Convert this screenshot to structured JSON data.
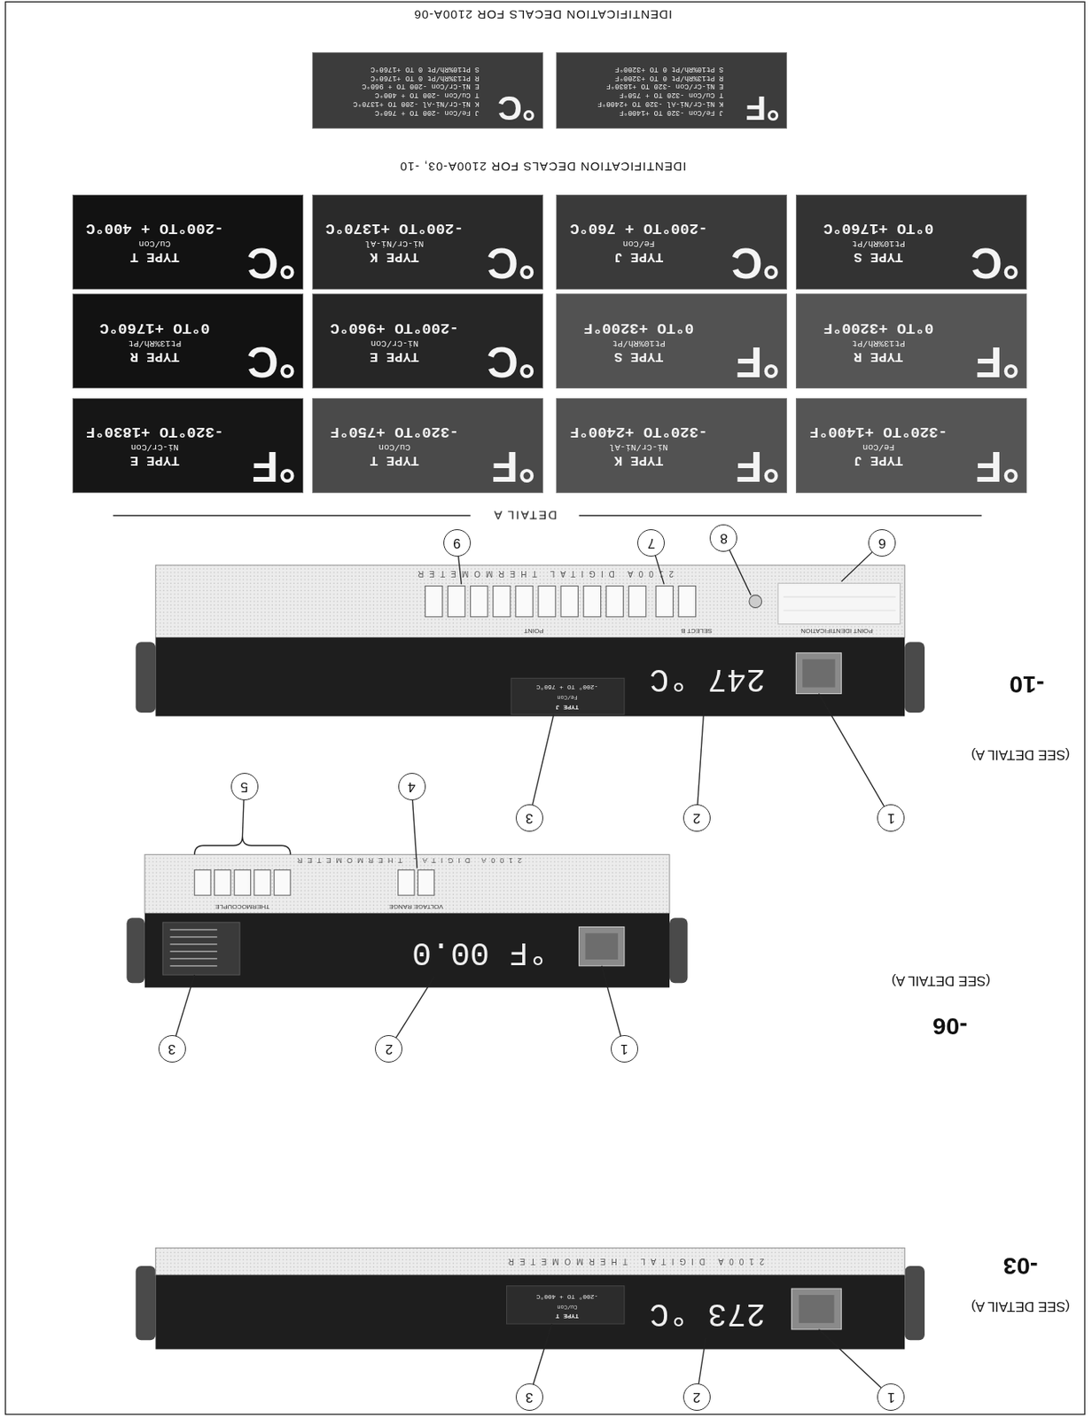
{
  "diagram": {
    "nodes": [
      {
        "text": [
          "1"
        ]
      },
      {
        "text": [
          "2"
        ]
      },
      {
        "text": [
          "3"
        ]
      },
      {
        "text": [
          "1"
        ]
      },
      {
        "text": [
          "2"
        ]
      },
      {
        "text": [
          "3"
        ]
      },
      {
        "text": [
          "4"
        ]
      },
      {
        "text": [
          "5"
        ]
      },
      {
        "text": [
          "1"
        ]
      },
      {
        "text": [
          "2"
        ]
      },
      {
        "text": [
          "3"
        ]
      },
      {
        "text": [
          "6"
        ]
      },
      {
        "text": [
          "8"
        ]
      },
      {
        "text": [
          "7"
        ]
      },
      {
        "text": [
          "9"
        ]
      },
      {
        "text": [
          "°F",
          "TYPE J",
          "Fe/Con",
          "-320°TO +1400°F"
        ]
      },
      {
        "text": [
          "°F",
          "TYPE K",
          "Ni-Cr/Ni-Al",
          "-320°TO +2400°F"
        ]
      },
      {
        "text": [
          "°F",
          "TYPE T",
          "Cu/Con",
          "-320°TO +750°F"
        ]
      },
      {
        "text": [
          "°F",
          "TYPE E",
          "Ni-Cr/Con",
          "-320°TO +1830°F"
        ]
      },
      {
        "text": [
          "°F",
          "TYPE R",
          "Pt13%Rh/Pt",
          "0°TO +3200°F"
        ]
      },
      {
        "text": [
          "°F",
          "TYPE S",
          "Pt10%Rh/Pt",
          "0°TO +3200°F"
        ]
      },
      {
        "text": [
          "°C",
          "TYPE E",
          "Ni-Cr/Con",
          "-200°TO +960°C"
        ]
      },
      {
        "text": [
          "°C",
          "TYPE R",
          "Pt13%Rh/Pt",
          "0°TO +1760°C"
        ]
      },
      {
        "text": [
          "°C",
          "TYPE S",
          "Pt10%Rh/Pt",
          "0°TO +1760°C"
        ]
      },
      {
        "text": [
          "°C",
          "TYPE J",
          "Fe/Con",
          "-200°TO + 760°C"
        ]
      },
      {
        "text": [
          "°C",
          "TYPE K",
          "Ni-Cr/Ni-Al",
          "-200°TO +1370°C"
        ]
      },
      {
        "text": [
          "°C",
          "TYPE T",
          "Cu/Con",
          "-200°TO + 400°C"
        ]
      },
      {
        "text": [
          "°F",
          "J Fe/Con -320 TO +1400°F",
          "K Ni-Cr/Ni-Al -320 TO +2400°F",
          "T Cu/Con -320 TO + 750°F",
          "E Ni-Cr/Con -320 TO +1830°F",
          "R Pt13%Rh/Pt 0 TO +3200°F",
          "S Pt10%Rh/Pt 0 TO +3200°F"
        ]
      },
      {
        "text": [
          "°C",
          "J Fe/Con -200 TO + 760°C",
          "K Ni-Cr/Ni-Al -200 TO +1370°C",
          "T Cu/Con -200 TO + 400°C",
          "E Ni-Cr/Con -200 TO + 960°C",
          "R Pt13%Rh/Pt 0 TO +1760°C",
          "S Pt10%Rh/Pt 0 TO +1760°C"
        ]
      }
    ],
    "labels": [
      "-03",
      "(SEE DETAIL A)",
      "2100A DIGITAL THERMOMETER",
      "TYPE T",
      "Cu/Con",
      "-200° TO + 400°C",
      "273 °C",
      "-06",
      "(SEE DETAIL A)",
      "2100A DIGITAL THERMOMETER",
      "VOLTAGE RANGE",
      "THERMOCOUPLE",
      "°F",
      "00.0",
      "-10",
      "(SEE DETAIL A)",
      "2100A DIGITAL THERMOMETER",
      "POINT IDENTIFICATION",
      "SELECT B",
      "POINT",
      "TYPE J",
      "Fe/Con",
      "-200° TO + 760°C",
      "247 °C",
      "DETAIL A",
      "IDENTIFICATION DECALS FOR 2100A-03, -10",
      "IDENTIFICATION DECALS FOR 2100A-06"
    ]
  }
}
